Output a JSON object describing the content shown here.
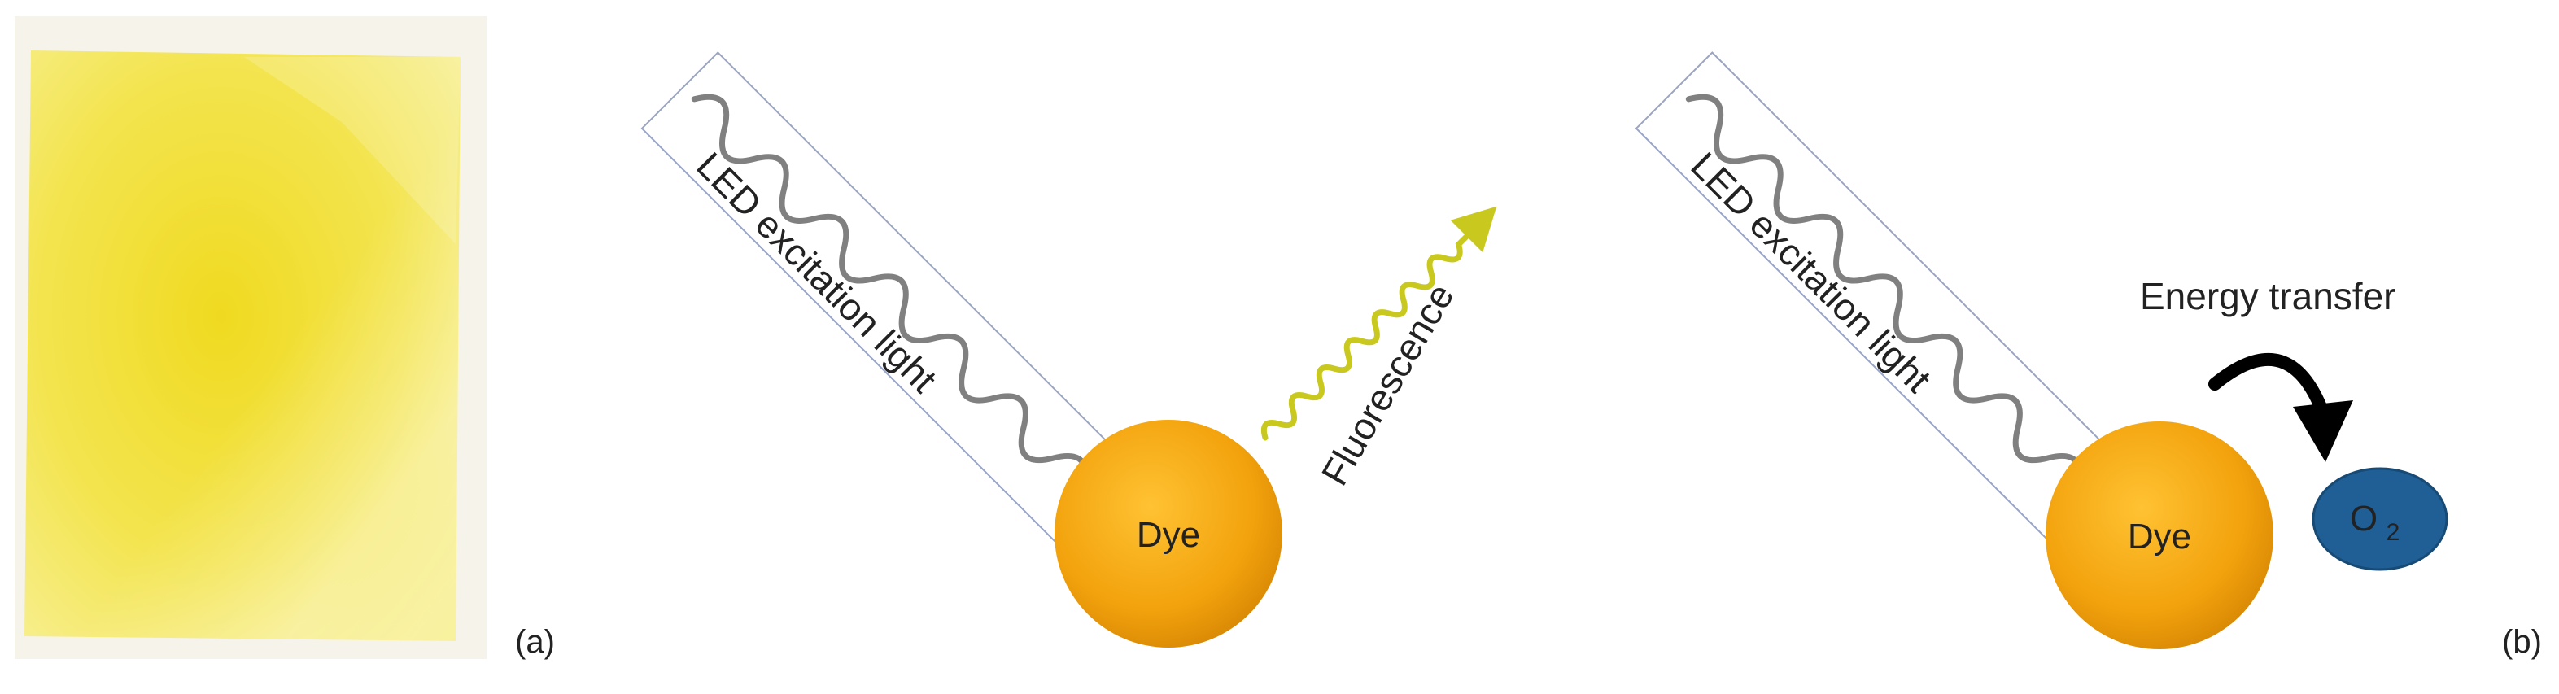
{
  "panel_a": {
    "label": "(a)",
    "photo": {
      "description_icon": "yellow-sensor-film-photo",
      "color": "#f2e24a"
    },
    "excitation_text": "LED excitation light",
    "emission_text": "Fluorescence",
    "dye_label": "Dye"
  },
  "panel_b": {
    "label": "(b)",
    "excitation_text": "LED excitation light",
    "transfer_text": "Energy transfer",
    "dye_label": "Dye",
    "oxygen_label": "O",
    "oxygen_subscript": "2"
  },
  "colors": {
    "dye": "#f2a20c",
    "oxygen": "#1f5f95",
    "wave": "#808080",
    "fluorescence": "#c8c81e",
    "arrow": "#000000"
  }
}
